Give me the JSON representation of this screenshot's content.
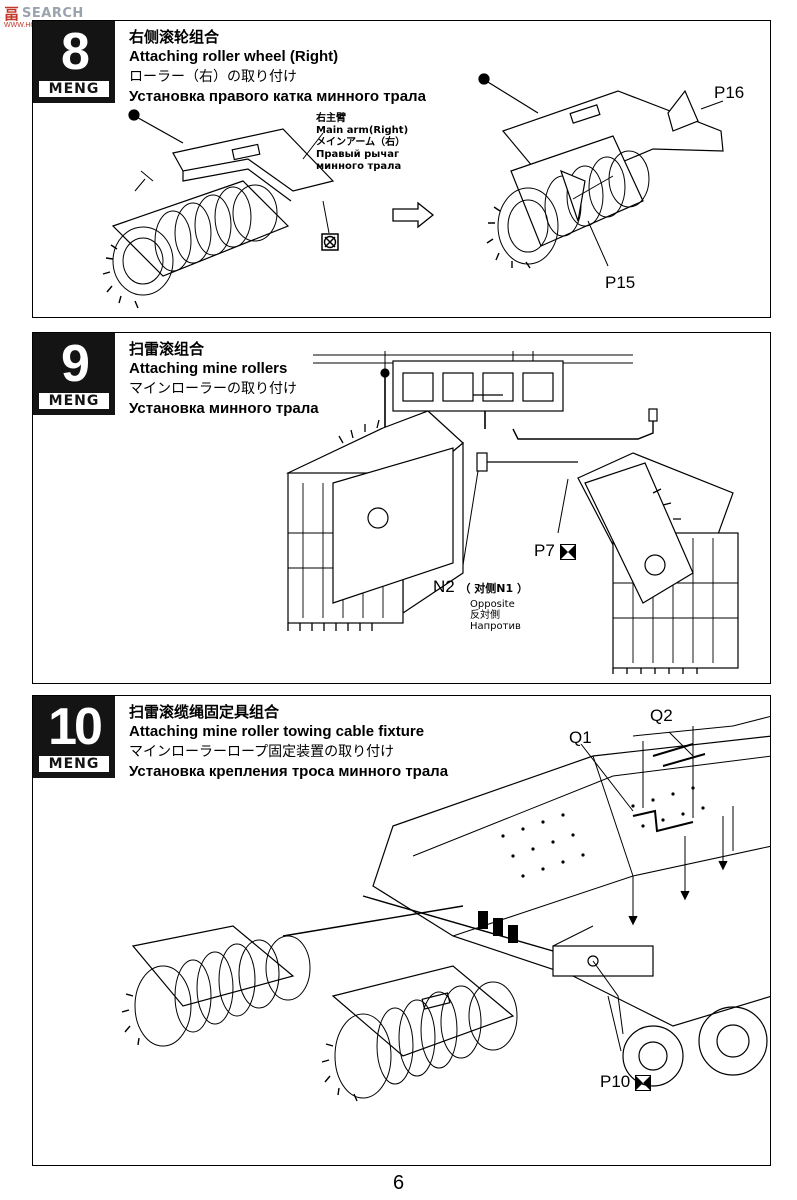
{
  "watermark": {
    "cn": "畐",
    "text": "SEARCH",
    "url": "WWW.HOBBYSEARCH.COM"
  },
  "steps": [
    {
      "number": "8",
      "brand": "MENG",
      "title_zh": "右侧滚轮组合",
      "title_en": "Attaching roller wheel (Right)",
      "title_ja": "ローラー（右）の取り付け",
      "title_ru": "Установка правого катка минного трала",
      "callout": {
        "zh": "右主臂",
        "en": "Main arm(Right)",
        "ja": "メインアーム（右）",
        "ru1": "Правый рычаг",
        "ru2": "минного трала"
      },
      "part_labels": [
        "P16",
        "P15"
      ]
    },
    {
      "number": "9",
      "brand": "MENG",
      "title_zh": "扫雷滚组合",
      "title_en": "Attaching mine rollers",
      "title_ja": "マインローラーの取り付け",
      "title_ru": "Установка минного трала",
      "part_labels": [
        "P7"
      ],
      "n2": {
        "label": "N2",
        "zh": "（ 对侧N1 ）",
        "en": "Opposite",
        "ja": "反対側",
        "ru": "Напротив"
      }
    },
    {
      "number": "10",
      "brand": "MENG",
      "title_zh": "扫雷滚缆绳固定具组合",
      "title_en": "Attaching mine roller towing cable fixture",
      "title_ja": "マインローラーロープ固定装置の取り付け",
      "title_ru": "Установка крепления троса минного трала",
      "part_labels": [
        "Q1",
        "Q2",
        "P10"
      ]
    }
  ],
  "page_number": "6"
}
